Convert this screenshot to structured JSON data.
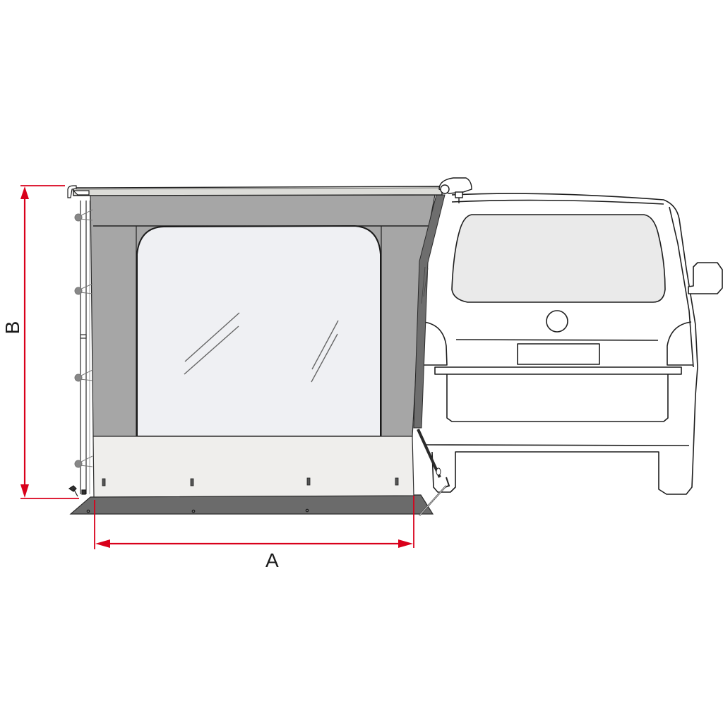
{
  "diagram": {
    "subject": "Awning side panel with window attached to van rear",
    "colors": {
      "dimension_line": "#d9001b",
      "panel_gray": "#a6a6a6",
      "panel_dark": "#6e6e6e",
      "window_fill": "#eff0f3",
      "skirt_fill": "#efeeec",
      "floor_fill": "#6b6b6b",
      "vehicle_glass": "#eaeaea",
      "outline": "#1e1e1e",
      "awning_roller": "#dcdcd8"
    },
    "dimensions": {
      "width": {
        "label": "A",
        "orientation": "horizontal"
      },
      "height": {
        "label": "B",
        "orientation": "vertical"
      }
    },
    "components": [
      {
        "name": "awning-roller",
        "description": "Roll-out awning cassette bar"
      },
      {
        "name": "side-panel",
        "description": "Gray fabric side wall"
      },
      {
        "name": "window",
        "description": "Large clear window with rounded top corners"
      },
      {
        "name": "skirt",
        "description": "Light lower skirt with pegs"
      },
      {
        "name": "floor",
        "description": "Dark ground sheet"
      },
      {
        "name": "support-pole",
        "description": "Telescopic leg with tie-down straps"
      },
      {
        "name": "van-connector",
        "description": "Diagonal strap with tensioner and ground peg"
      },
      {
        "name": "vehicle",
        "description": "Van rear view with window, license plate, bumper, mirror"
      }
    ]
  }
}
